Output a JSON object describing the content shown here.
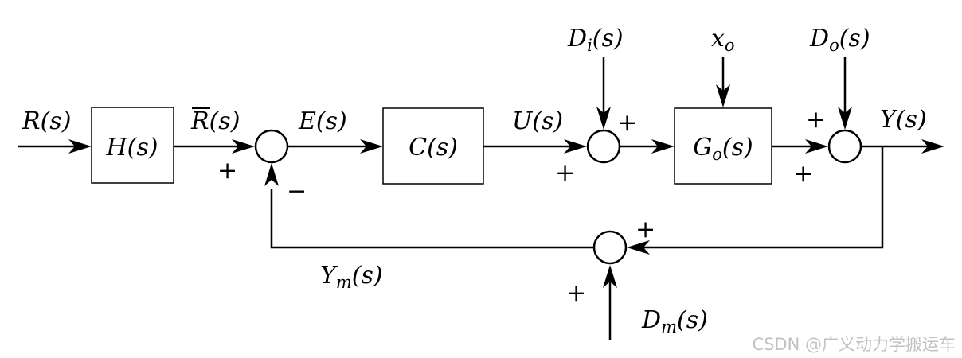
{
  "blocks": {
    "h": {
      "label": "H(s)"
    },
    "c": {
      "label": "C(s)"
    },
    "go": {
      "label": "G",
      "sub": "o",
      "tail": "(s)"
    }
  },
  "signals": {
    "r": "R(s)",
    "r_bar": {
      "char": "R",
      "tail": "(s)"
    },
    "e": "E(s)",
    "u": "U(s)",
    "y": "Y(s)",
    "di": {
      "main": "D",
      "sub": "i",
      "tail": "(s)"
    },
    "xo": {
      "main": "x",
      "sub": "o"
    },
    "do": {
      "main": "D",
      "sub": "o",
      "tail": "(s)"
    },
    "ym": {
      "main": "Y",
      "sub": "m",
      "tail": "(s)"
    },
    "dm": {
      "main": "D",
      "sub": "m",
      "tail": "(s)"
    }
  },
  "signs": {
    "s1_in": "+",
    "s1_fb": "−",
    "s2_in": "+",
    "s2_dist": "+",
    "s3_in": "+",
    "s3_dist": "+",
    "s4_in": "+",
    "s4_dist": "+"
  },
  "colors": {
    "line": "#000000",
    "watermark": "#c2c2c2"
  },
  "watermark": "CSDN @广义动力学搬运车"
}
